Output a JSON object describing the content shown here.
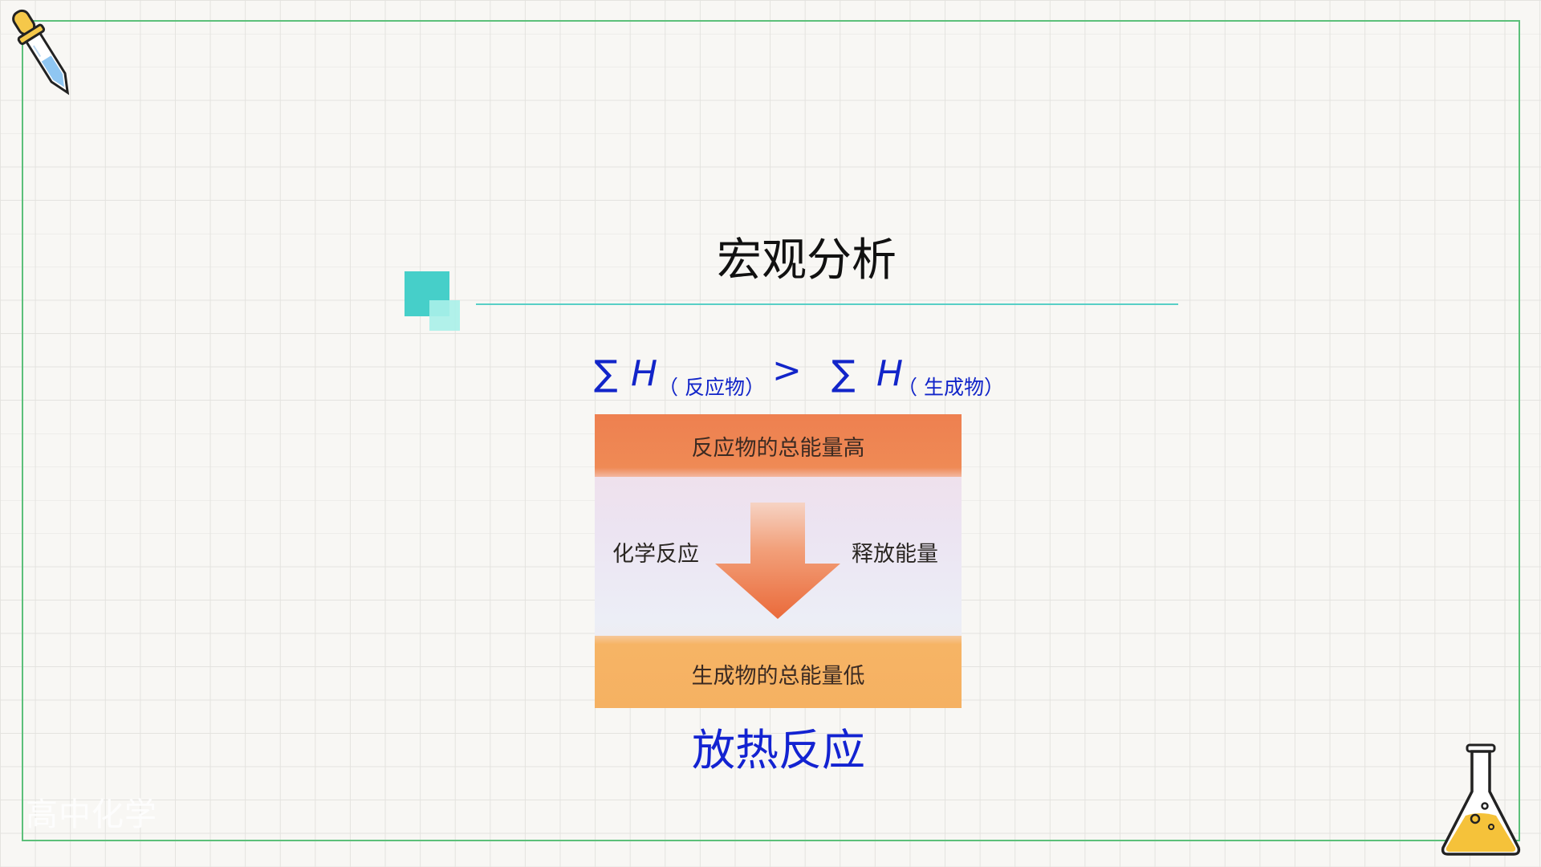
{
  "slide": {
    "title": "宏观分析",
    "watermark": "高中化学",
    "equation": {
      "sigma_left": "∑",
      "h_left": "H",
      "sub_left": "（ 反应物）",
      "comparator": ">",
      "sigma_right": "∑",
      "h_right": "H",
      "sub_right": "（ 生成物）"
    },
    "diagram": {
      "top_label": "反应物的总能量高",
      "left_label": "化学反应",
      "right_label": "释放能量",
      "bottom_label": "生成物的总能量低"
    },
    "conclusion": "放热反应"
  },
  "colors": {
    "frame": "#5cc07a",
    "accent_teal": "#46cfc9",
    "equation_blue": "#1225c9",
    "band_top": "#ef8a55",
    "band_bottom": "#f5b162",
    "arrow": "#ee7a4a"
  },
  "icons": [
    "dropper-icon",
    "flask-icon"
  ]
}
